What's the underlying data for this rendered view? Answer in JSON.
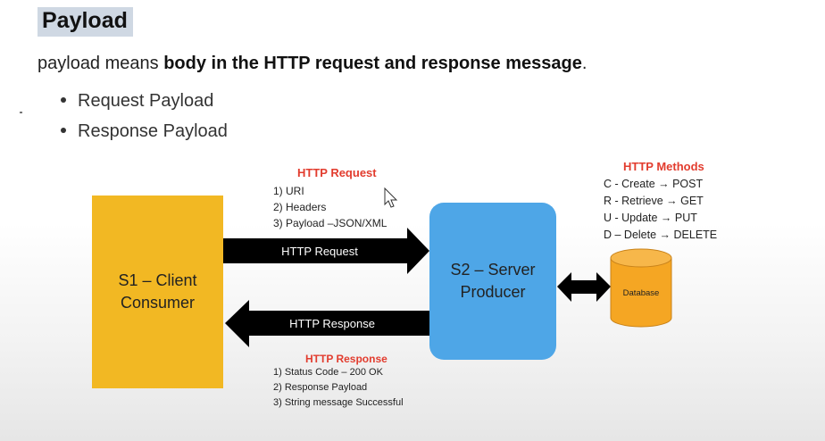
{
  "slide": {
    "title": "Payload",
    "intro_prefix": "payload means ",
    "intro_bold": "body in the HTTP request and response message",
    "intro_suffix": ".",
    "bullets": [
      "Request Payload",
      "Response Payload"
    ]
  },
  "diagram": {
    "client_line1": "S1 – Client",
    "client_line2": "Consumer",
    "server_line1": "S2 – Server",
    "server_line2": "Producer",
    "request_arrow_label": "HTTP Request",
    "response_arrow_label": "HTTP Response",
    "request_heading": "HTTP Request",
    "request_items": [
      "1) URI",
      "2) Headers",
      "3) Payload –JSON/XML"
    ],
    "response_heading": "HTTP Response",
    "response_items": [
      "1) Status Code – 200 OK",
      "2) Response Payload",
      "3) String message Successful"
    ],
    "methods_heading": "HTTP Methods",
    "methods": [
      "C - Create → POST",
      "R  - Retrieve → GET",
      "U - Update → PUT",
      "D – Delete → DELETE"
    ],
    "database_label": "Database"
  },
  "colors": {
    "client_box": "#f2b823",
    "server_box": "#4ea6e7",
    "database": "#f5a623",
    "heading_red": "#e23c2e",
    "title_highlight": "#cfd8e3"
  },
  "icons": {
    "cursor": "mouse-pointer-icon"
  }
}
